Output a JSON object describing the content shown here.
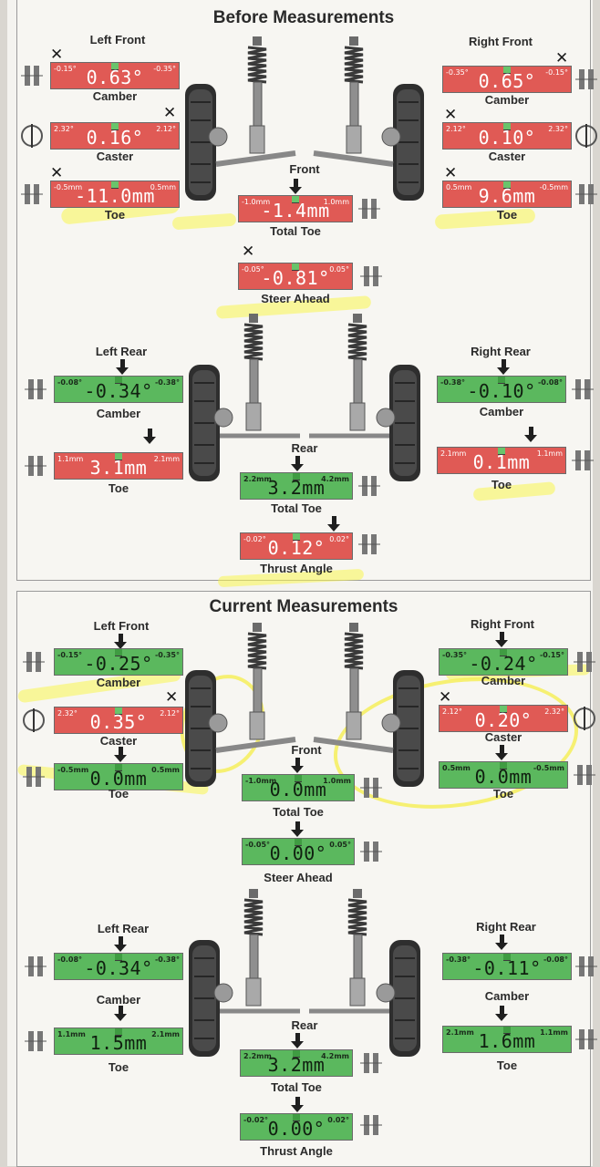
{
  "before": {
    "title": "Before Measurements",
    "left_front": {
      "label": "Left Front",
      "camber": {
        "label": "Camber",
        "value": "0.63°",
        "lo": "-0.15°",
        "hi": "-0.35°"
      },
      "caster": {
        "label": "Caster",
        "value": "0.16°",
        "lo": "2.32°",
        "hi": "2.12°"
      },
      "toe": {
        "label": "Toe",
        "value": "-11.0mm",
        "lo": "-0.5mm",
        "hi": "0.5mm"
      }
    },
    "right_front": {
      "label": "Right Front",
      "camber": {
        "label": "Camber",
        "value": "0.65°",
        "lo": "-0.35°",
        "hi": "-0.15°"
      },
      "caster": {
        "label": "Caster",
        "value": "0.10°",
        "lo": "2.12°",
        "hi": "2.32°"
      },
      "toe": {
        "label": "Toe",
        "value": "9.6mm",
        "lo": "0.5mm",
        "hi": "-0.5mm"
      }
    },
    "front_total_toe": {
      "heading": "Front",
      "label": "Total Toe",
      "value": "-1.4mm",
      "lo": "-1.0mm",
      "hi": "1.0mm"
    },
    "steer_ahead": {
      "label": "Steer Ahead",
      "value": "-0.81°",
      "lo": "-0.05°",
      "hi": "0.05°"
    },
    "left_rear": {
      "label": "Left Rear",
      "camber": {
        "label": "Camber",
        "value": "-0.34°",
        "lo": "-0.08°",
        "hi": "-0.38°"
      },
      "toe": {
        "label": "Toe",
        "value": "3.1mm",
        "lo": "1.1mm",
        "hi": "2.1mm"
      }
    },
    "right_rear": {
      "label": "Right Rear",
      "camber": {
        "label": "Camber",
        "value": "-0.10°",
        "lo": "-0.38°",
        "hi": "-0.08°"
      },
      "toe": {
        "label": "Toe",
        "value": "0.1mm",
        "lo": "2.1mm",
        "hi": "1.1mm"
      }
    },
    "rear_total_toe": {
      "heading": "Rear",
      "label": "Total Toe",
      "value": "3.2mm",
      "lo": "2.2mm",
      "hi": "4.2mm"
    },
    "thrust_angle": {
      "label": "Thrust Angle",
      "value": "0.12°",
      "lo": "-0.02°",
      "hi": "0.02°"
    }
  },
  "current": {
    "title": "Current Measurements",
    "left_front": {
      "label": "Left Front",
      "camber": {
        "label": "Camber",
        "value": "-0.25°",
        "lo": "-0.15°",
        "hi": "-0.35°"
      },
      "caster": {
        "label": "Caster",
        "value": "0.35°",
        "lo": "2.32°",
        "hi": "2.12°"
      },
      "toe": {
        "label": "Toe",
        "value": "0.0mm",
        "lo": "-0.5mm",
        "hi": "0.5mm"
      }
    },
    "right_front": {
      "label": "Right Front",
      "camber": {
        "label": "Camber",
        "value": "-0.24°",
        "lo": "-0.35°",
        "hi": "-0.15°"
      },
      "caster": {
        "label": "Caster",
        "value": "0.20°",
        "lo": "2.12°",
        "hi": "2.32°"
      },
      "toe": {
        "label": "Toe",
        "value": "0.0mm",
        "lo": "0.5mm",
        "hi": "-0.5mm"
      }
    },
    "front_total_toe": {
      "heading": "Front",
      "label": "Total Toe",
      "value": "0.0mm",
      "lo": "-1.0mm",
      "hi": "1.0mm"
    },
    "steer_ahead": {
      "label": "Steer Ahead",
      "value": "0.00°",
      "lo": "-0.05°",
      "hi": "0.05°"
    },
    "left_rear": {
      "label": "Left Rear",
      "camber": {
        "label": "Camber",
        "value": "-0.34°",
        "lo": "-0.08°",
        "hi": "-0.38°"
      },
      "toe": {
        "label": "Toe",
        "value": "1.5mm",
        "lo": "1.1mm",
        "hi": "2.1mm"
      }
    },
    "right_rear": {
      "label": "Right Rear",
      "camber": {
        "label": "Camber",
        "value": "-0.11°",
        "lo": "-0.38°",
        "hi": "-0.08°"
      },
      "toe": {
        "label": "Toe",
        "value": "1.6mm",
        "lo": "2.1mm",
        "hi": "1.1mm"
      }
    },
    "rear_total_toe": {
      "heading": "Rear",
      "label": "Total Toe",
      "value": "3.2mm",
      "lo": "2.2mm",
      "hi": "4.2mm"
    },
    "thrust_angle": {
      "label": "Thrust Angle",
      "value": "0.00°",
      "lo": "-0.02°",
      "hi": "0.02°"
    }
  },
  "colors": {
    "out_of_spec": "#e05a55",
    "in_spec": "#5bb85e",
    "highlighter": "#f5ee3c"
  },
  "icons": {
    "out_of_spec_mark": "x-mark-icon",
    "target_marker": "down-arrow-icon"
  }
}
